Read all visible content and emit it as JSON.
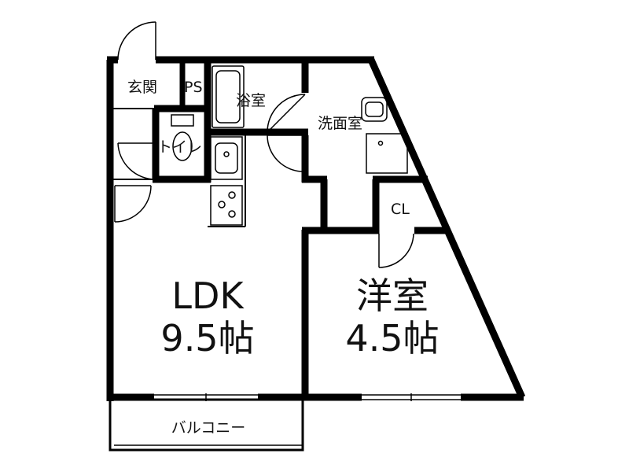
{
  "rooms": {
    "entrance": "玄関",
    "ps": "PS",
    "bath": "浴室",
    "washroom": "洗面室",
    "toilet": "トイレ",
    "closet": "CL",
    "ldk_name": "LDK",
    "ldk_size": "9.5帖",
    "western_name": "洋室",
    "western_size": "4.5帖",
    "balcony": "バルコニー"
  }
}
